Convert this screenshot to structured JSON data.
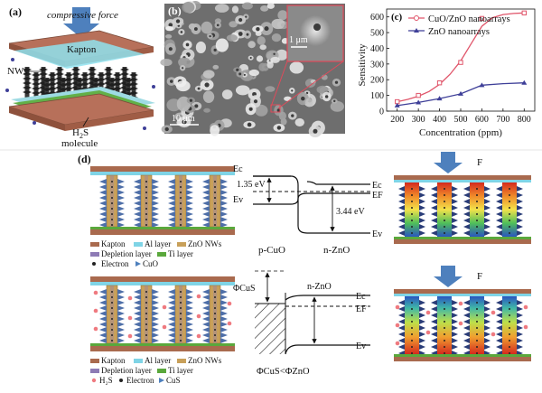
{
  "panel_a": {
    "label": "(a)",
    "force": "compressive force",
    "kapton": "Kapton",
    "nws": "NWs",
    "h2s": "H",
    "h2s_sub": "2",
    "h2s_tail": "S",
    "molecule": "molecule"
  },
  "panel_b": {
    "label": "(b)",
    "inset_scale": "1 μm",
    "main_scale": "10 μm"
  },
  "panel_d": {
    "label": "(d)",
    "legend_top": {
      "kapton": "Kapton",
      "al": "Al layer",
      "zno": "ZnO NWs",
      "depletion": "Depletion layer",
      "ti": "Ti layer",
      "electron": "Electron",
      "cuo": "CuO"
    },
    "legend_bottom": {
      "kapton": "Kapton",
      "al": "Al layer",
      "zno": "ZnO NWs",
      "depletion": "Depletion layer",
      "ti": "Ti layer",
      "h2s": "H₂S",
      "electron": "Electron",
      "cus": "CuS"
    }
  },
  "band_top": {
    "ec_left": "Ec",
    "ev_left": "Ev",
    "gap": "1.35 eV",
    "gap2": "3.44 eV",
    "ec_right": "Ec",
    "ef_right": "EF",
    "ev_right": "Ev",
    "p_label": "p-CuO",
    "n_label": "n-ZnO"
  },
  "band_bottom": {
    "phi_cus": "ΦCuS",
    "n_label": "n-ZnO",
    "ec": "Ec",
    "ef": "EF",
    "ev": "Ev",
    "relation": "ΦCuS<ΦZnO"
  },
  "force_top": "F",
  "force_bottom": "F",
  "colors": {
    "kapton": "#a96a4e",
    "al": "#7fd4e6",
    "ti": "#5aa83c",
    "zno": "#c8a05a",
    "arrow": "#4e80bd",
    "series_red": "#e0556a",
    "series_blue": "#3e3f98"
  },
  "chart_data": {
    "type": "line",
    "label": "(c)",
    "xlabel": "Concentration (ppm)",
    "ylabel": "Sensitivity",
    "xlim": [
      150,
      850
    ],
    "ylim": [
      0,
      650
    ],
    "xticks": [
      "200",
      "300",
      "400",
      "500",
      "600",
      "700",
      "800"
    ],
    "yticks": [
      "0",
      "100",
      "200",
      "300",
      "400",
      "500",
      "600"
    ],
    "legend_position": "top-center",
    "series": [
      {
        "name": "CuO/ZnO nanoarrays",
        "color": "#e0556a",
        "marker": "square",
        "points": [
          [
            200,
            60
          ],
          [
            300,
            100
          ],
          [
            400,
            180
          ],
          [
            500,
            310
          ],
          [
            600,
            590
          ],
          [
            800,
            625
          ]
        ],
        "curve": [
          [
            200,
            60
          ],
          [
            250,
            75
          ],
          [
            300,
            95
          ],
          [
            350,
            125
          ],
          [
            400,
            170
          ],
          [
            450,
            235
          ],
          [
            500,
            320
          ],
          [
            550,
            430
          ],
          [
            600,
            540
          ],
          [
            650,
            595
          ],
          [
            700,
            615
          ],
          [
            750,
            622
          ],
          [
            800,
            625
          ]
        ]
      },
      {
        "name": "ZnO nanoarrays",
        "color": "#3e3f98",
        "marker": "triangle",
        "points": [
          [
            200,
            35
          ],
          [
            300,
            55
          ],
          [
            400,
            80
          ],
          [
            500,
            110
          ],
          [
            600,
            165
          ],
          [
            800,
            180
          ]
        ],
        "curve": [
          [
            200,
            35
          ],
          [
            300,
            55
          ],
          [
            400,
            80
          ],
          [
            500,
            110
          ],
          [
            600,
            165
          ],
          [
            700,
            175
          ],
          [
            800,
            180
          ]
        ]
      }
    ]
  }
}
